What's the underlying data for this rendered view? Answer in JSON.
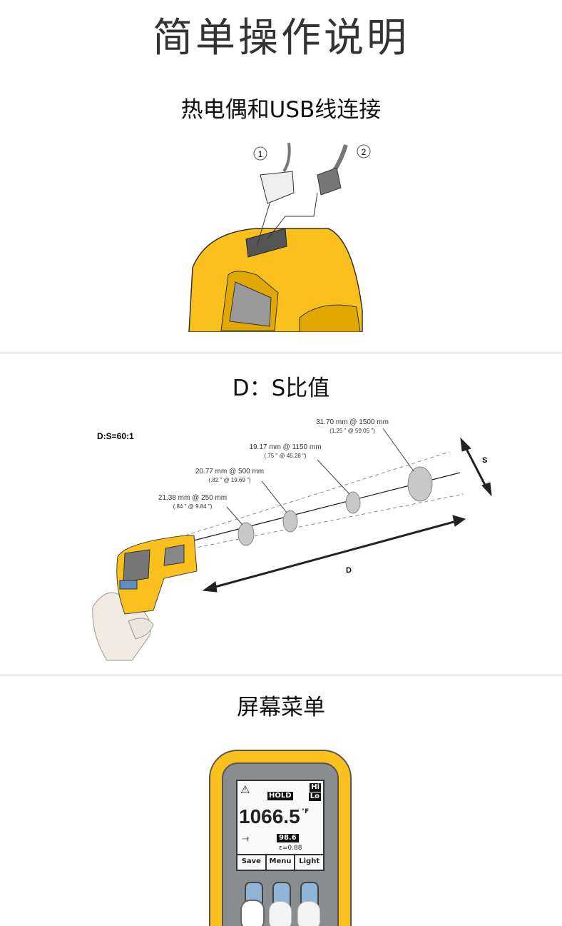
{
  "page_title": "简单操作说明",
  "sections": [
    {
      "heading": "热电偶和USB线连接",
      "callouts": [
        "1",
        "2"
      ]
    },
    {
      "heading": "D：S比值",
      "ratio_label": "D:S=60:1",
      "spots": [
        {
          "line1": "21.38 mm @ 250 mm",
          "line2": "(.84 \" @ 9.84 \")"
        },
        {
          "line1": "20.77 mm @ 500 mm",
          "line2": "(.82 \" @ 19.69 \")"
        },
        {
          "line1": "19.17 mm @ 1150 mm",
          "line2": "(.75 \" @ 45.28 \")"
        },
        {
          "line1": "31.70 mm @ 1500 mm",
          "line2": "(1.25 \" @ 59.05 \")"
        }
      ],
      "s_label": "S",
      "d_label": "D"
    },
    {
      "heading": "屏幕菜单",
      "screen": {
        "hold": "HOLD",
        "hi": "Hi",
        "lo": "Lo",
        "reading": "1066.5",
        "unit": "°F",
        "secondary": "98.6",
        "emissivity": "ε=0.88",
        "softkeys": [
          "Save",
          "Menu",
          "Light"
        ]
      }
    }
  ],
  "colors": {
    "device_yellow": "#F9C01E",
    "device_gray": "#8a8d90"
  }
}
